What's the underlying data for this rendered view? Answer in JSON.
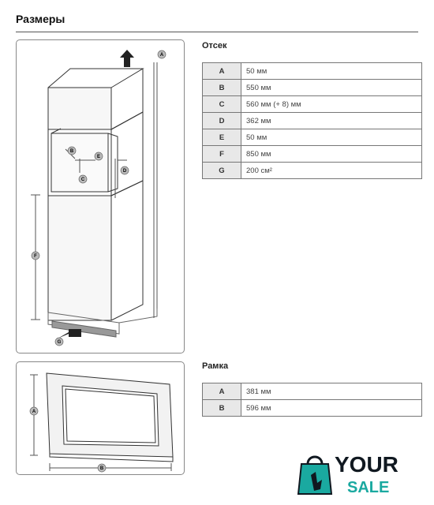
{
  "header": {
    "title": "Размеры"
  },
  "compartment": {
    "title": "Отсек",
    "rows": [
      {
        "key": "A",
        "value": "50 мм"
      },
      {
        "key": "B",
        "value": "550 мм"
      },
      {
        "key": "C",
        "value": "560 мм (+ 8) мм"
      },
      {
        "key": "D",
        "value": "362 мм"
      },
      {
        "key": "E",
        "value": "50 мм"
      },
      {
        "key": "F",
        "value": "850 мм"
      },
      {
        "key": "G",
        "value": "200 см²"
      }
    ]
  },
  "frame": {
    "title": "Рамка",
    "rows": [
      {
        "key": "A",
        "value": "381 мм"
      },
      {
        "key": "B",
        "value": "596 мм"
      }
    ]
  },
  "diagram1": {
    "markers": [
      "A",
      "B",
      "E",
      "C",
      "D",
      "F",
      "G"
    ]
  },
  "diagram2": {
    "markers": [
      "A",
      "B"
    ]
  },
  "logo": {
    "line1": "YOUR",
    "line2": "SALE",
    "colors": {
      "teal": "#1aa9a0",
      "dark": "#101820"
    }
  }
}
